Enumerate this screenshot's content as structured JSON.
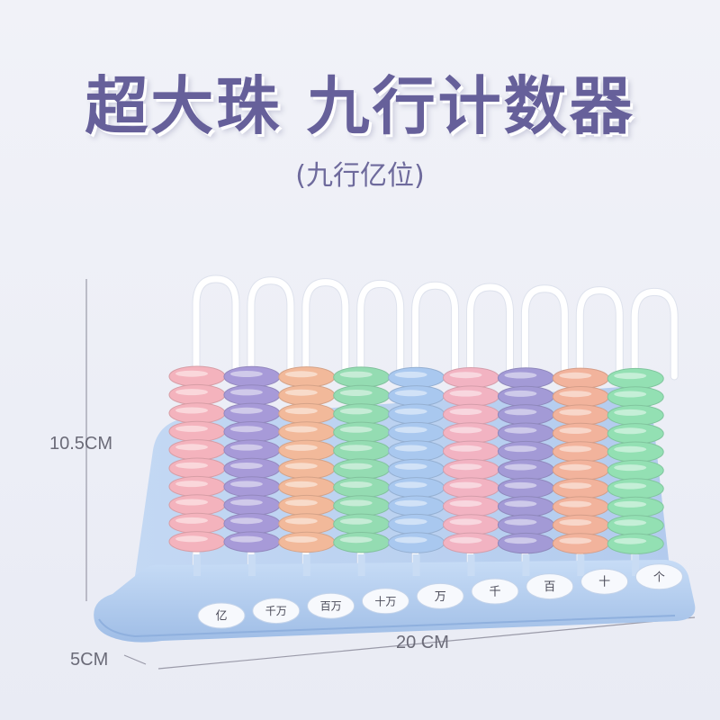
{
  "title": "超大珠 九行计数器",
  "subtitle": "(九行亿位)",
  "dimensions": {
    "height": "10.5CM",
    "depth": "5CM",
    "width": "20 CM"
  },
  "place_labels": [
    "亿",
    "千万",
    "百万",
    "十万",
    "万",
    "千",
    "百",
    "十",
    "个"
  ],
  "bead_colors": [
    "#f4b3bd",
    "#a79ad8",
    "#f2b99a",
    "#94dcb2",
    "#a9c8ef",
    "#f2b3c2",
    "#a39ad6",
    "#f2b39c",
    "#93e0b3"
  ],
  "colors": {
    "title": "#66609a",
    "base": "#b6d0f0",
    "rod": "#ffffff"
  }
}
